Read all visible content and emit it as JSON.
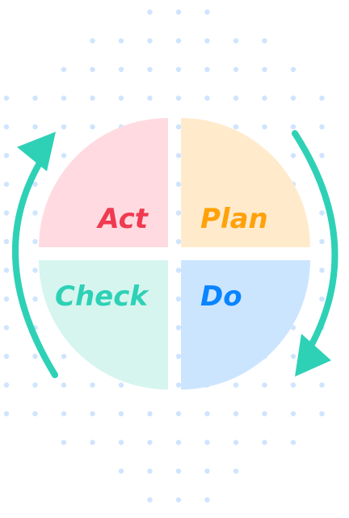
{
  "quadrants": {
    "act": {
      "label": "Act",
      "fill": "#FFDBE1",
      "text_color": "#F03A50"
    },
    "plan": {
      "label": "Plan",
      "fill": "#FFEBCC",
      "text_color": "#FFA10A"
    },
    "check": {
      "label": "Check",
      "fill": "#D6F5EF",
      "text_color": "#2ED1B6"
    },
    "do": {
      "label": "Do",
      "fill": "#CCE5FF",
      "text_color": "#0A84FF"
    }
  },
  "colors": {
    "arrow": "#2ED1B6",
    "dots": "#CFE4FF"
  },
  "icons": [
    "cycle-arrow-icon"
  ]
}
